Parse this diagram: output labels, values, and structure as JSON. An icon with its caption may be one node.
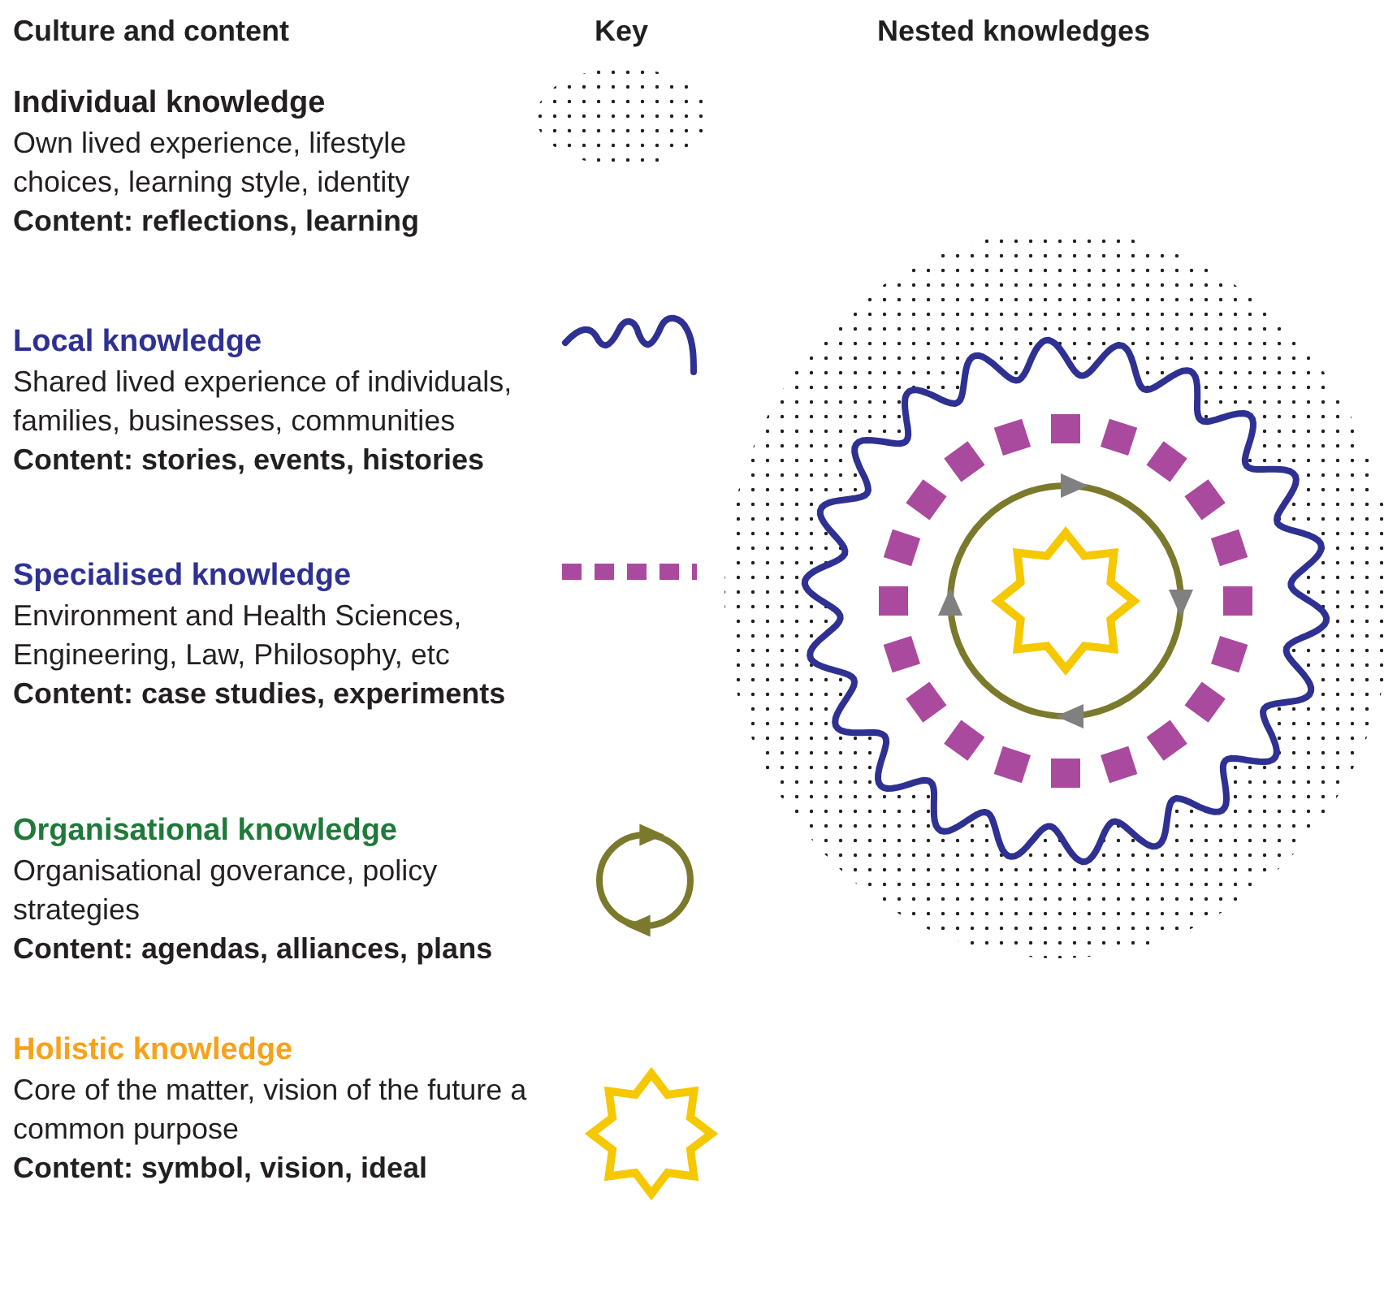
{
  "diagram": {
    "labels": [
      "Culture and content",
      "Key",
      "Nested knowledges",
      "Own lived experience, lifestyle choices, learning style, identity",
      "Content: reflections, learning",
      "Shared lived experience of individuals, families, businesses, communities",
      "Content: stories, events, histories",
      "Environment and Health Sciences, Engineering, Law, Philosophy, etc",
      "Content: case studies, experiments",
      "Organisational goverance, policy strategies",
      "Content: agendas, alliances, plans",
      "Core of the matter, vision of the future a common purpose",
      "Content: symbol, vision, ideal"
    ],
    "legend": [
      {
        "text": "Individual knowledge"
      },
      {
        "text": "Local knowledge"
      },
      {
        "text": "Specialised knowledge"
      },
      {
        "text": "Organisational knowledge"
      },
      {
        "text": "Holistic knowledge"
      }
    ]
  }
}
